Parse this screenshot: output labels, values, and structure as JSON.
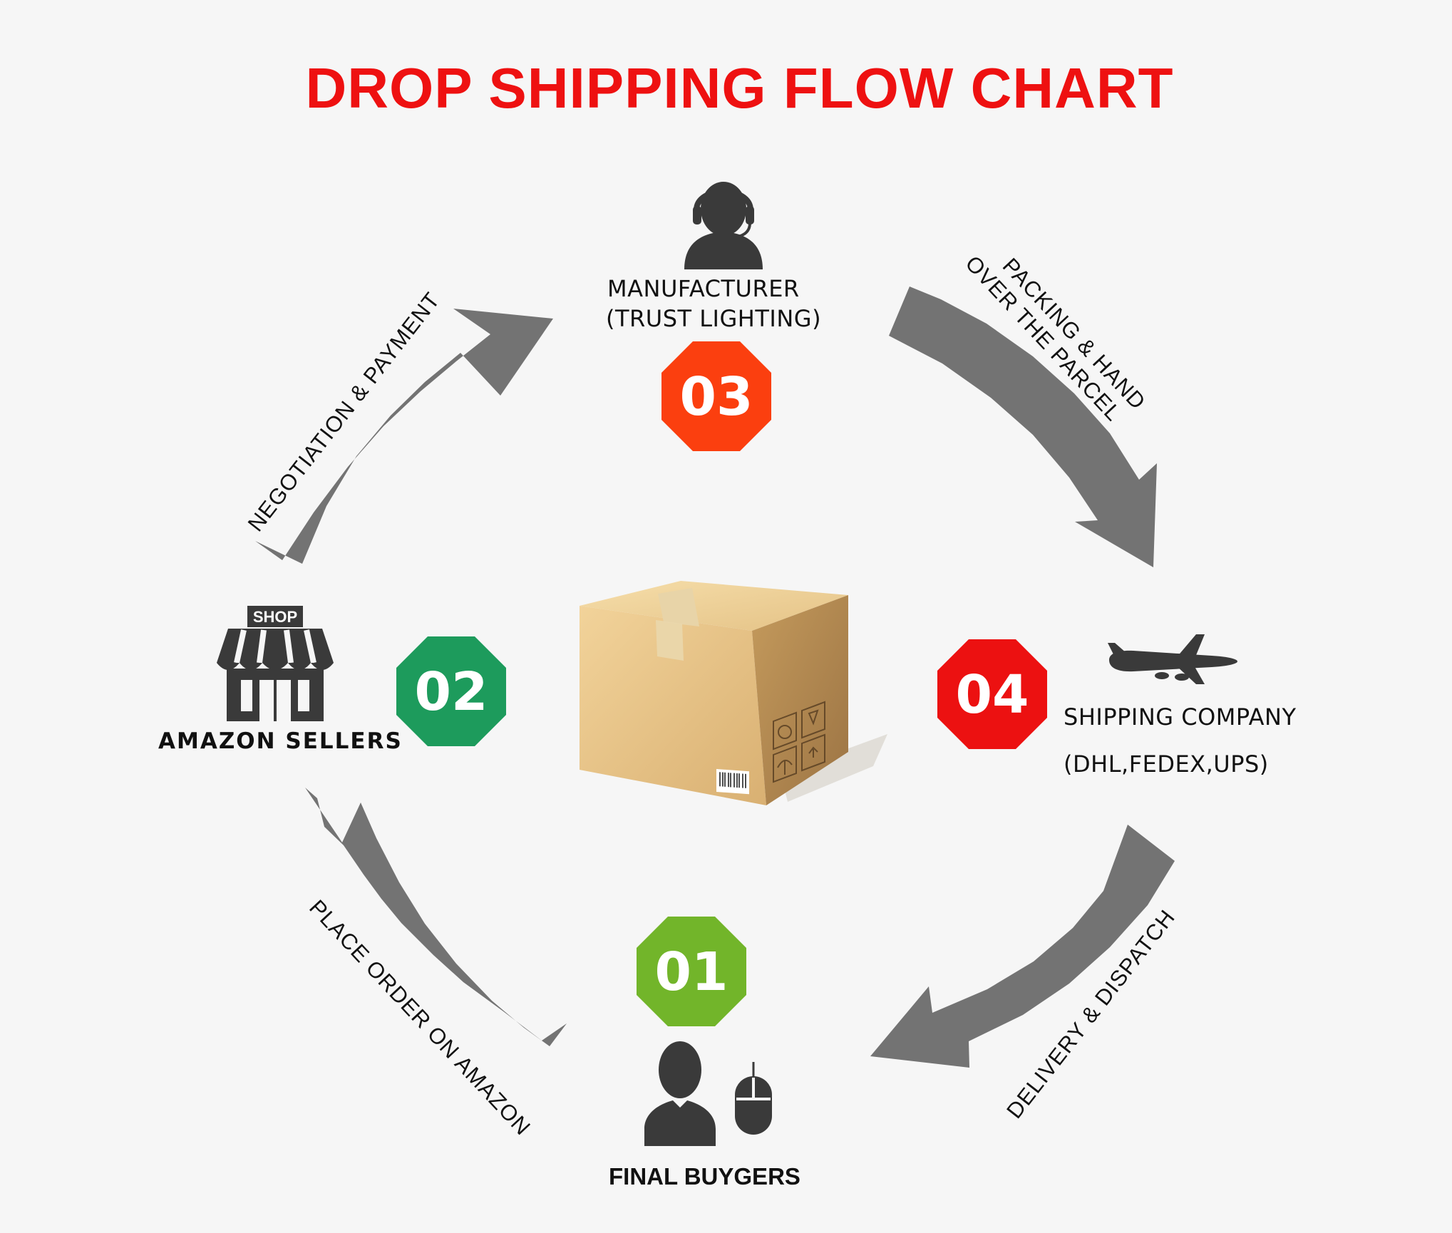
{
  "title": "DROP SHIPPING FLOW CHART",
  "colors": {
    "title": "#ee1111",
    "arrow": "#737373",
    "icon": "#3a3a3a",
    "step_01": "#72b52a",
    "step_02": "#1d9b5c",
    "step_03": "#fb3f0f",
    "step_04": "#ec1111"
  },
  "steps": [
    {
      "number": "01",
      "label": "FINAL BUYGERS",
      "icons": [
        "buyer-icon",
        "mouse-icon"
      ]
    },
    {
      "number": "02",
      "label": "AMAZON SELLERS",
      "icons": [
        "shop-icon"
      ],
      "shop_sign": "SHOP"
    },
    {
      "number": "03",
      "label_line1": "MANUFACTURER",
      "label_line2": "(TRUST LIGHTING)",
      "icons": [
        "support-agent-icon"
      ]
    },
    {
      "number": "04",
      "label_line1": "SHIPPING COMPANY",
      "label_line2": "(DHL,FEDEX,UPS)",
      "icons": [
        "airplane-icon"
      ]
    }
  ],
  "arrows": [
    {
      "from": "01",
      "to": "02",
      "label": "PLACE ORDER ON AMAZON"
    },
    {
      "from": "02",
      "to": "03",
      "label": "NEGOTIATION & PAYMENT"
    },
    {
      "from": "03",
      "to": "04",
      "label_line1": "PACKING & HAND",
      "label_line2": "OVER THE PARCEL"
    },
    {
      "from": "04",
      "to": "01",
      "label": "DELIVERY & DISPATCH"
    }
  ],
  "center_icon": "cardboard-box-icon"
}
